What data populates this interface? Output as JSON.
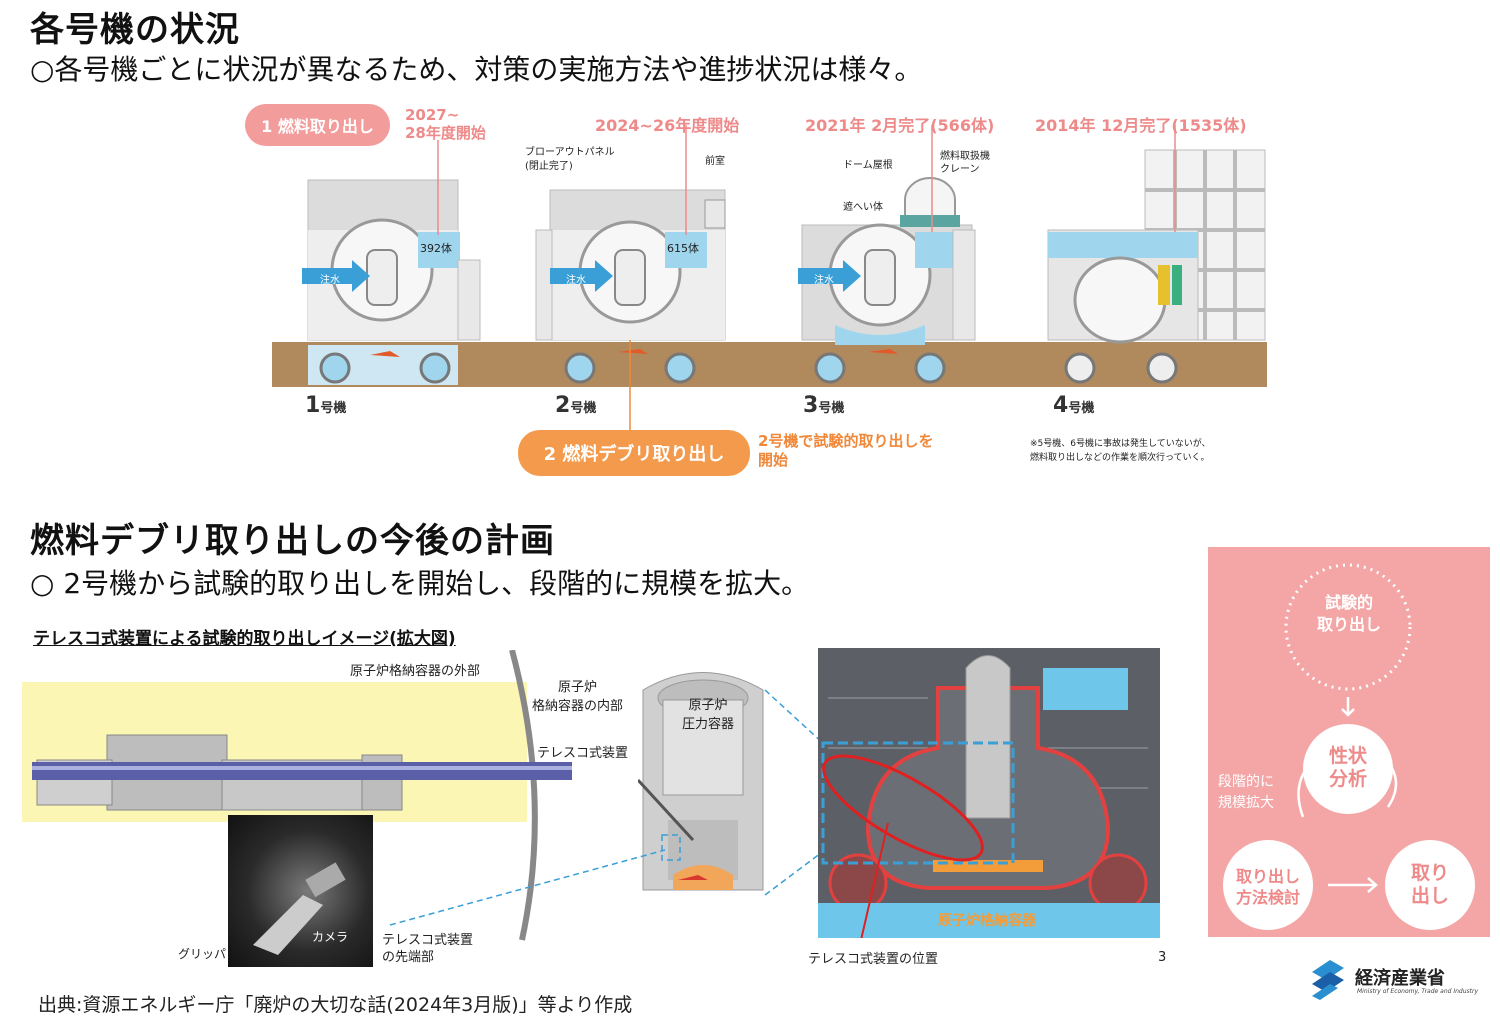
{
  "section1": {
    "title": "各号機の状況",
    "lead": "○各号機ごとに状況が異なるため、対策の実施方法や進捗状況は様々。"
  },
  "units": {
    "fuel_removal_label": "1 燃料取り出し",
    "unit1_schedule": "2027~\n28年度開始",
    "unit2_schedule": "2024~26年度開始",
    "unit3_schedule": "2021年 2月完了(566体)",
    "unit4_schedule": "2014年 12月完了(1535体)",
    "blowout_panel": "ブローアウトパネル\n(閉止完了)",
    "front_room": "前室",
    "dome_roof": "ドーム屋根",
    "fuel_crane": "燃料取扱機\nクレーン",
    "shield": "遮へい体",
    "unit1_fuel": "392体",
    "unit2_fuel": "615体",
    "water_injection": "注水",
    "unit_labels": [
      {
        "num": "1",
        "suffix": "号機"
      },
      {
        "num": "2",
        "suffix": "号機"
      },
      {
        "num": "3",
        "suffix": "号機"
      },
      {
        "num": "4",
        "suffix": "号機"
      }
    ],
    "debris_label": "2 燃料デブリ取り出し",
    "debris_note": "2号機で試験的取り出しを\n開始",
    "footnote": "※5号機、6号機に事故は発生していないが、\n燃料取り出しなどの作業を順次行っていく。"
  },
  "section2": {
    "title": "燃料デブリ取り出しの今後の計画",
    "lead": "○ 2号機から試験的取り出しを開始し、段階的に規模を拡大。",
    "subtitle": "テレスコ式装置による試験的取り出しイメージ(拡大図)"
  },
  "telescope": {
    "pcv_outer": "原子炉格納容器の外部",
    "pcv_inner": "原子炉\n格納容器の内部",
    "rpv": "原子炉\n圧力容器",
    "device": "テレスコ式装置",
    "device_tip": "テレスコ式装置\nの先端部",
    "camera": "カメラ",
    "gripper": "グリッパ",
    "pcv": "原子炉格納容器",
    "device_position": "テレスコ式装置の位置",
    "page_number": "3"
  },
  "cycle": {
    "trial": "試験的\n取り出し",
    "analysis": "性状\n分析",
    "method": "取り出し\n方法検討",
    "removal": "取り\n出し",
    "expand": "段階的に\n規模拡大",
    "colors": {
      "bg": "#f4a6a6",
      "circle": "#ffffff",
      "text": "#ee8a8a"
    }
  },
  "footer": {
    "source": "出典:資源エネルギー庁「廃炉の大切な話(2024年3月版)」等より作成",
    "ministry": "経済産業省",
    "ministry_en": "Ministry of Economy, Trade and Industry"
  }
}
